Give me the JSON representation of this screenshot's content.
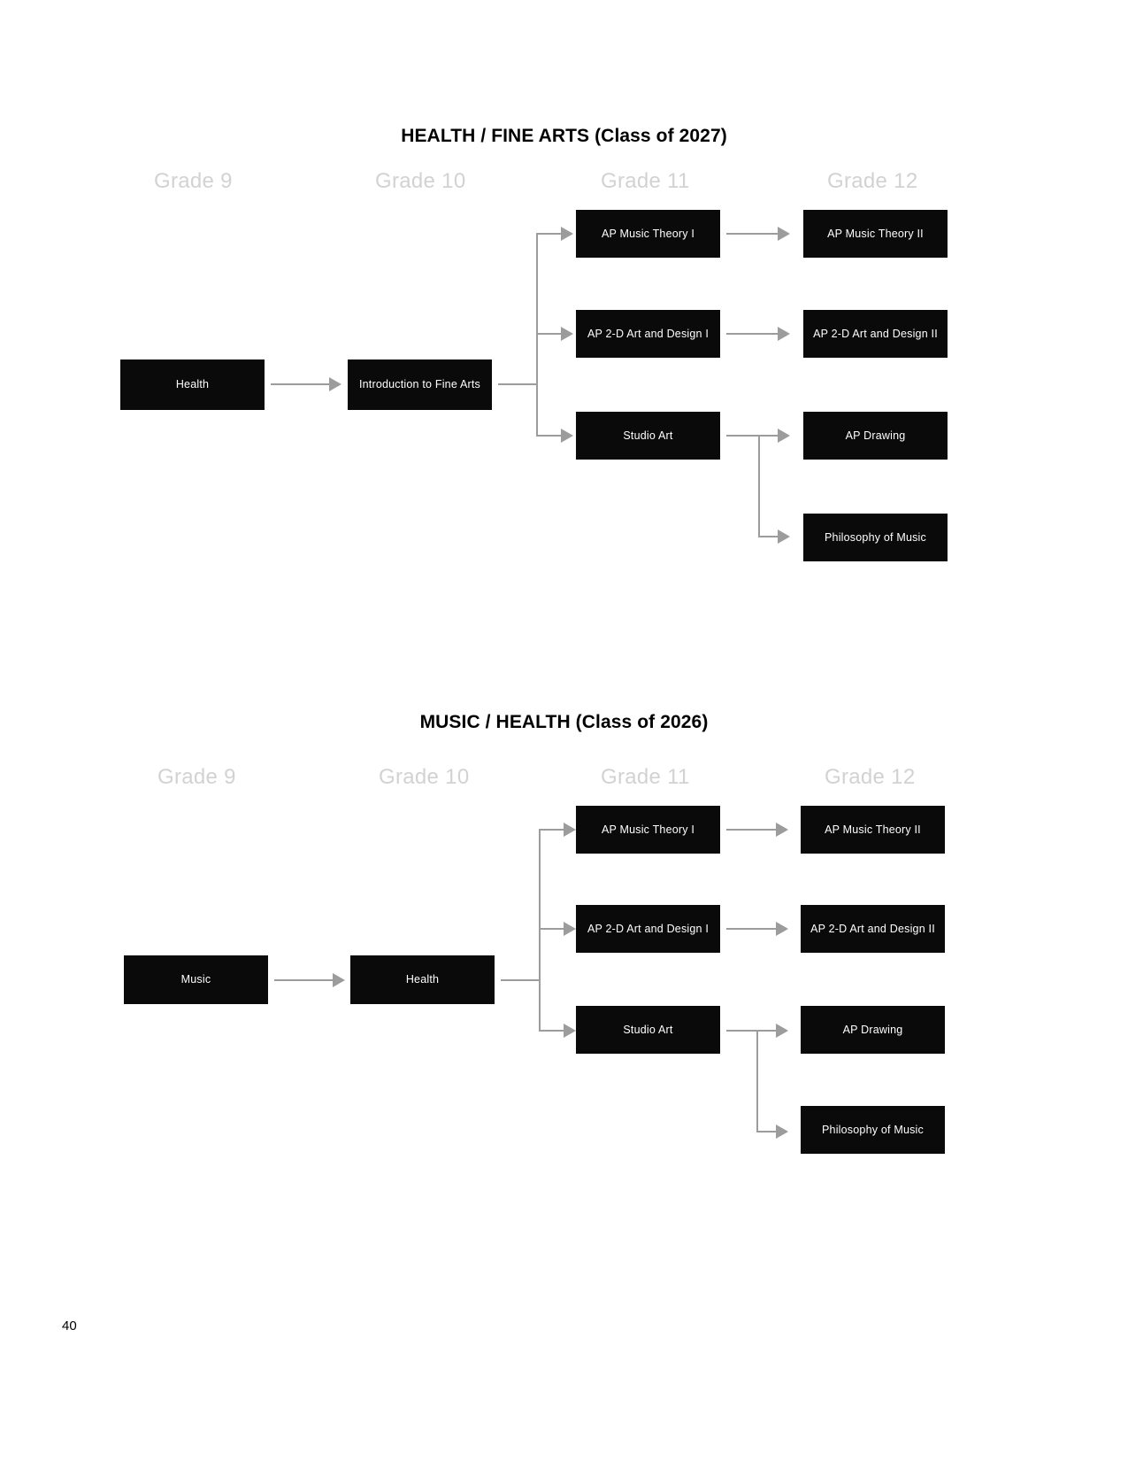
{
  "page": {
    "page_number": "40",
    "background_color": "#ffffff",
    "node_color": "#0a0a0a",
    "node_text_color": "#ffffff",
    "connector_color": "#9c9c9c",
    "grade_label_color": "#d2d2d2"
  },
  "charts": [
    {
      "id": "health-fine-arts",
      "title": "HEALTH / FINE ARTS (Class of 2027)",
      "grades": [
        "Grade 9",
        "Grade 10",
        "Grade 11",
        "Grade 12"
      ],
      "nodes": {
        "g9": "Health",
        "g10": "Introduction to Fine Arts",
        "g11_a": "AP Music Theory I",
        "g11_b": "AP 2-D Art and Design I",
        "g11_c": "Studio Art",
        "g12_a": "AP Music Theory II",
        "g12_b": "AP 2-D Art and Design II",
        "g12_c": "AP Drawing",
        "g12_d": "Philosophy of Music"
      },
      "edges": [
        {
          "from": "Health",
          "to": "Introduction to Fine Arts"
        },
        {
          "from": "Introduction to Fine Arts",
          "to": "AP Music Theory I"
        },
        {
          "from": "Introduction to Fine Arts",
          "to": "AP 2-D Art and Design I"
        },
        {
          "from": "Introduction to Fine Arts",
          "to": "Studio Art"
        },
        {
          "from": "AP Music Theory I",
          "to": "AP Music Theory II"
        },
        {
          "from": "AP 2-D Art and Design I",
          "to": "AP 2-D Art and Design II"
        },
        {
          "from": "Studio Art",
          "to": "AP Drawing"
        },
        {
          "from": "Studio Art",
          "to": "Philosophy of Music"
        }
      ]
    },
    {
      "id": "music-health",
      "title": "MUSIC / HEALTH (Class of 2026)",
      "grades": [
        "Grade 9",
        "Grade 10",
        "Grade 11",
        "Grade 12"
      ],
      "nodes": {
        "g9": "Music",
        "g10": "Health",
        "g11_a": "AP Music Theory I",
        "g11_b": "AP 2-D Art and Design I",
        "g11_c": "Studio Art",
        "g12_a": "AP Music Theory II",
        "g12_b": "AP 2-D Art and Design II",
        "g12_c": "AP Drawing",
        "g12_d": "Philosophy of Music"
      },
      "edges": [
        {
          "from": "Music",
          "to": "Health"
        },
        {
          "from": "Health",
          "to": "AP Music Theory I"
        },
        {
          "from": "Health",
          "to": "AP 2-D Art and Design I"
        },
        {
          "from": "Health",
          "to": "Studio Art"
        },
        {
          "from": "AP Music Theory I",
          "to": "AP Music Theory II"
        },
        {
          "from": "AP 2-D Art and Design I",
          "to": "AP 2-D Art and Design II"
        },
        {
          "from": "Studio Art",
          "to": "AP Drawing"
        },
        {
          "from": "Studio Art",
          "to": "Philosophy of Music"
        }
      ]
    }
  ]
}
